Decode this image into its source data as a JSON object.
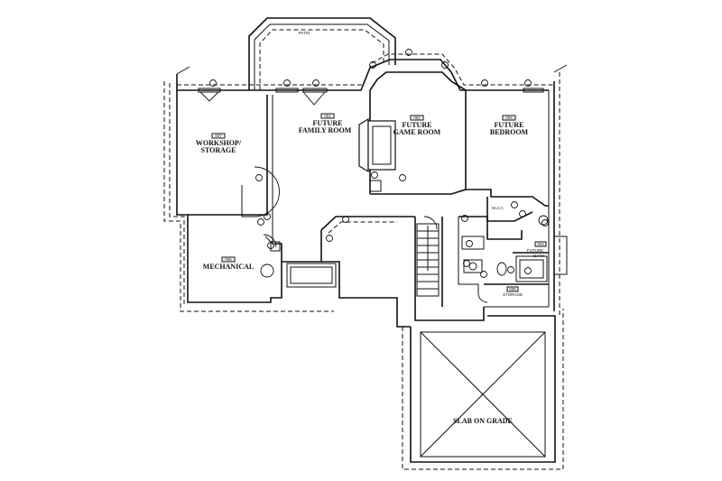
{
  "labels": {
    "patio": "PATIO",
    "family_room_num": "001",
    "family_room_1": "FUTURE",
    "family_room_2": "FAMILY ROOM",
    "game_room_num": "002",
    "game_room_1": "FUTURE",
    "game_room_2": "GAME ROOM",
    "bedroom_num": "003",
    "bedroom_1": "FUTURE",
    "bedroom_2": "BEDROOM",
    "workshop_num": "007",
    "workshop_1": "WORKSHOP/",
    "workshop_2": "STORAGE",
    "mechanical_num": "006",
    "mechanical": "MECHANICAL",
    "mac": "M.A.C.",
    "bath_num": "004",
    "bath_1": "FUTURE",
    "bath_2": "BATH",
    "storage_num": "005",
    "storage": "STORAGE",
    "slab": "SLAB ON GRADE"
  }
}
